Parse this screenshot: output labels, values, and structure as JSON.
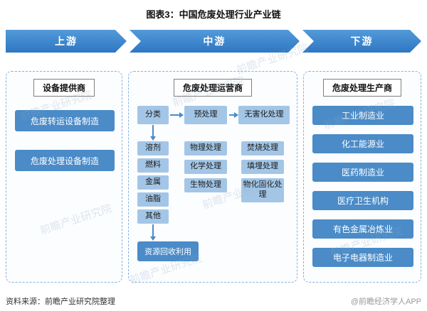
{
  "title": "图表3：中国危废处理行业产业链",
  "banner": {
    "upstream": "上游",
    "midstream": "中游",
    "downstream": "下游"
  },
  "columns": {
    "left": {
      "header": "设备提供商",
      "boxes": [
        "危废转运设备制造",
        "危废处理设备制造"
      ]
    },
    "middle": {
      "header": "危废处理运营商",
      "flow": [
        "分类",
        "预处理",
        "无害化处理"
      ],
      "classification_items": [
        "溶剂",
        "燃料",
        "金属",
        "油脂",
        "其他"
      ],
      "pretreatment_items": [
        "物理处理",
        "化学处理",
        "生物处理"
      ],
      "harmless_items": [
        "焚烧处理",
        "填埋处理",
        "物化固化处理"
      ],
      "recycle": "资源回收利用"
    },
    "right": {
      "header": "危废处理生产商",
      "boxes": [
        "工业制造业",
        "化工能源业",
        "医药制造业",
        "医疗卫生机构",
        "有色金属冶炼业",
        "电子电器制造业"
      ]
    }
  },
  "footer": {
    "source": "资料来源：前瞻产业研究院整理",
    "credit": "@前瞻经济学人APP"
  },
  "watermark": {
    "text": "前瞻产业研究院"
  },
  "colors": {
    "banner_blue": "#2e77c2",
    "box_blue": "#4a8bc8",
    "light_blue": "#a3c6e7",
    "dashed_border": "#85b1dc"
  }
}
